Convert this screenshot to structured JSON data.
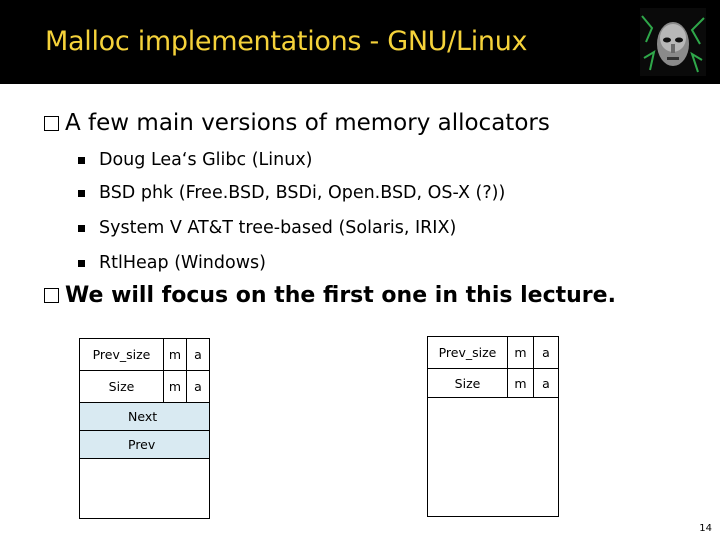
{
  "slide": {
    "title": "Malloc implementations - GNU/Linux",
    "bullets": [
      {
        "text": "A few main versions of memory allocators"
      },
      {
        "text": "We will focus on the first one in this lecture."
      }
    ],
    "subbullets": [
      "Doug Lea‘s Glibc (Linux)",
      "BSD phk (Free.BSD, BSDi, Open.BSD, OS-X (?))",
      "System V AT&T tree-based (Solaris, IRIX)",
      "RtlHeap (Windows)"
    ],
    "page_number": "14",
    "colors": {
      "title": "#f5d23a",
      "title_bar": "#000000",
      "chunk_highlight": "#d9eaf2"
    }
  },
  "diagram_left": {
    "prev_size": "Prev_size",
    "size": "Size",
    "m1": "m",
    "a1": "a",
    "m2": "m",
    "a2": "a",
    "next": "Next",
    "prev": "Prev"
  },
  "diagram_right": {
    "prev_size": "Prev_size",
    "size": "Size",
    "m1": "m",
    "a1": "a",
    "m2": "m",
    "a2": "a"
  }
}
